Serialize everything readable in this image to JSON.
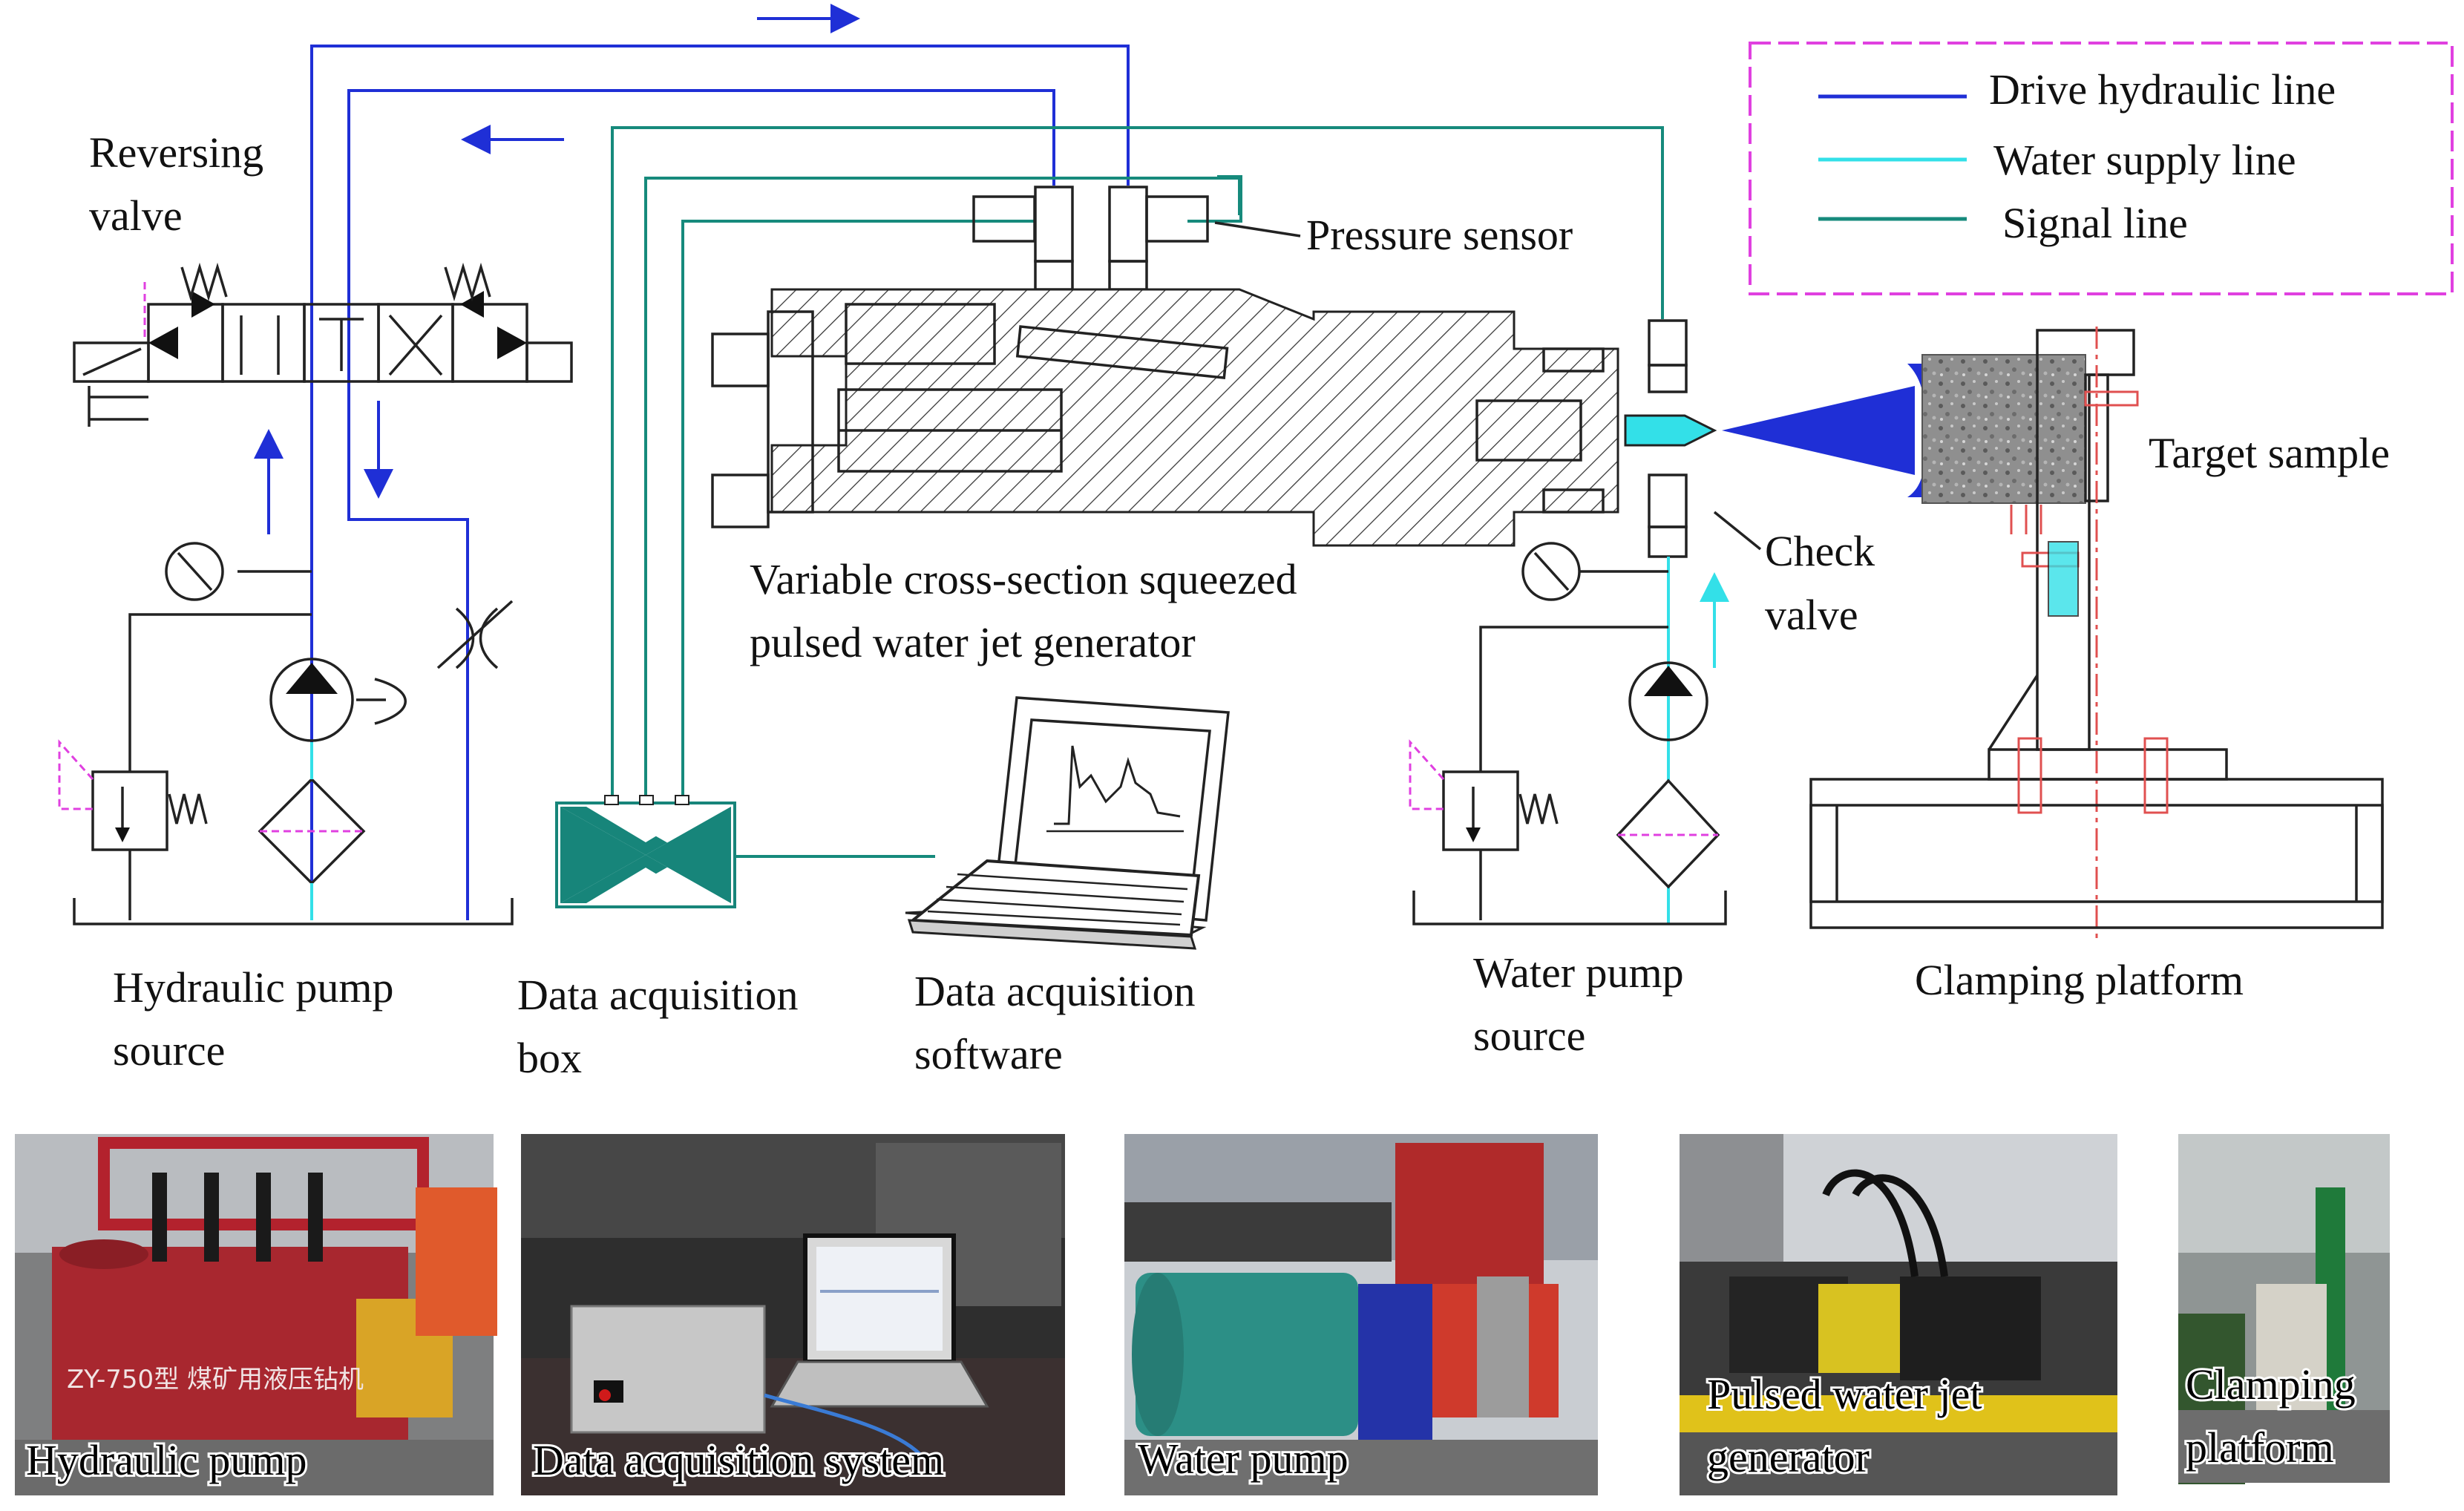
{
  "colors": {
    "drive_line": "#1f2fd6",
    "water_line": "#33e0e8",
    "signal_line": "#168a7c",
    "legend_border": "#e040e0",
    "accent_red": "#e05050",
    "acq_box": "#17857a"
  },
  "legend": {
    "items": [
      {
        "label": "Drive hydraulic line",
        "color_key": "drive_line"
      },
      {
        "label": "Water supply line",
        "color_key": "water_line"
      },
      {
        "label": "Signal line",
        "color_key": "signal_line"
      }
    ]
  },
  "labels": {
    "reversing_valve_1": "Reversing",
    "reversing_valve_2": "valve",
    "pressure_sensor": "Pressure sensor",
    "target_sample": "Target sample",
    "check_valve_1": "Check",
    "check_valve_2": "valve",
    "generator_1": "Variable cross-section squeezed",
    "generator_2": "pulsed water jet generator",
    "hydraulic_source_1": "Hydraulic pump",
    "hydraulic_source_2": "source",
    "acq_box_1": "Data acquisition",
    "acq_box_2": "box",
    "acq_software_1": "Data acquisition",
    "acq_software_2": "software",
    "water_source_1": "Water pump",
    "water_source_2": "source",
    "clamping_platform": "Clamping platform"
  },
  "photos": [
    {
      "caption_lines": [
        "Hydraulic pump"
      ],
      "chinese_marking": "ZY-750型 煤矿用液压钻机"
    },
    {
      "caption_lines": [
        "Data acquisition system"
      ]
    },
    {
      "caption_lines": [
        "Water pump"
      ]
    },
    {
      "caption_lines": [
        "Pulsed water jet",
        "generator"
      ]
    },
    {
      "caption_lines": [
        "Clamping",
        "platform"
      ]
    }
  ]
}
